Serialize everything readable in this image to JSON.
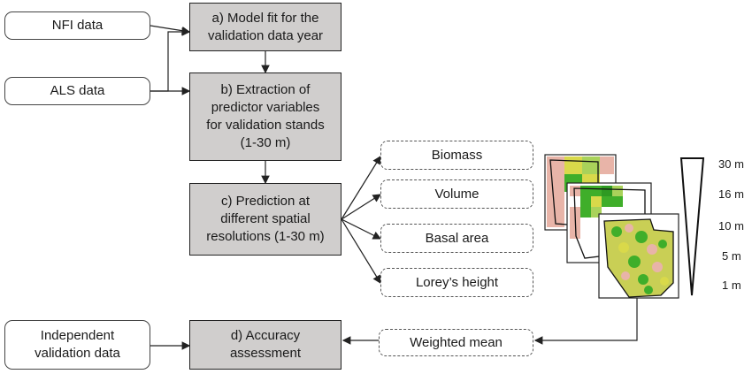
{
  "inputs": {
    "nfi": "NFI data",
    "als": "ALS data",
    "independent_line1": "Independent",
    "independent_line2": "validation data"
  },
  "steps": {
    "a_line1": "a) Model fit for the",
    "a_line2": "validation data year",
    "b_line1": "b) Extraction of",
    "b_line2": "predictor variables",
    "b_line3": "for validation stands",
    "b_line4": "(1-30 m)",
    "c_line1": "c) Prediction at",
    "c_line2": "different spatial",
    "c_line3": "resolutions (1-30 m)",
    "d_line1": "d) Accuracy",
    "d_line2": "assessment"
  },
  "outputs": {
    "biomass": "Biomass",
    "volume": "Volume",
    "basal_area": "Basal area",
    "loreys_height": "Lorey’s height",
    "weighted_mean": "Weighted mean"
  },
  "resolutions": [
    "30 m",
    "16 m",
    "10 m",
    "5 m",
    "1 m"
  ],
  "colors": {
    "step_fill": "#d0cecd",
    "map_green": "#3fae2a",
    "map_yellow": "#d9d94a",
    "map_pink": "#e8b4a8"
  }
}
